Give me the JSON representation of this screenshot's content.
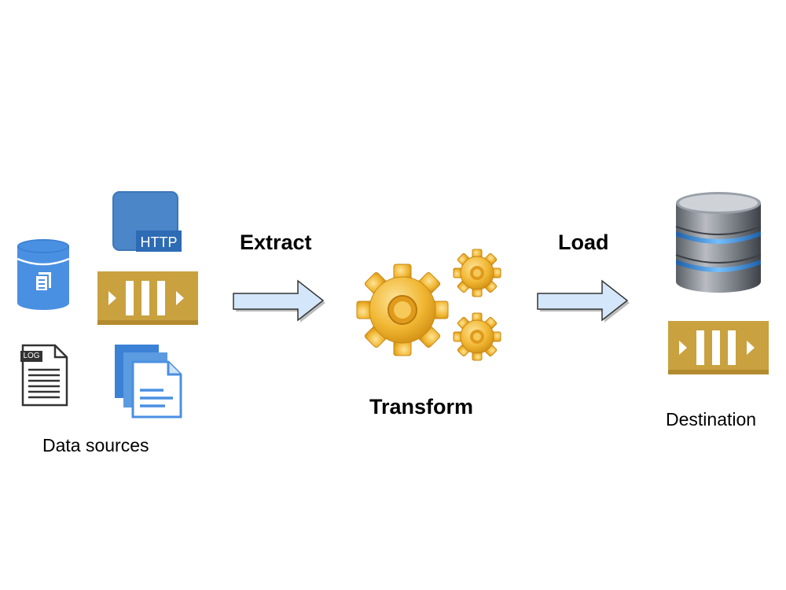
{
  "stages": {
    "extract": {
      "label": "Extract"
    },
    "transform": {
      "label": "Transform"
    },
    "load": {
      "label": "Load"
    }
  },
  "sources": {
    "caption": "Data sources",
    "http_badge": "HTTP",
    "log_badge": "LOG",
    "icons": [
      "database-icon",
      "http-api-icon",
      "stream-icon",
      "log-file-icon",
      "documents-icon"
    ]
  },
  "destination": {
    "caption": "Destination",
    "icons": [
      "database-server-icon",
      "stream-icon"
    ]
  },
  "colors": {
    "blue": "#4a90e2",
    "gold": "#c9a13f",
    "arrow_fill": "#d4e6f9",
    "gear": "#f1b733"
  }
}
